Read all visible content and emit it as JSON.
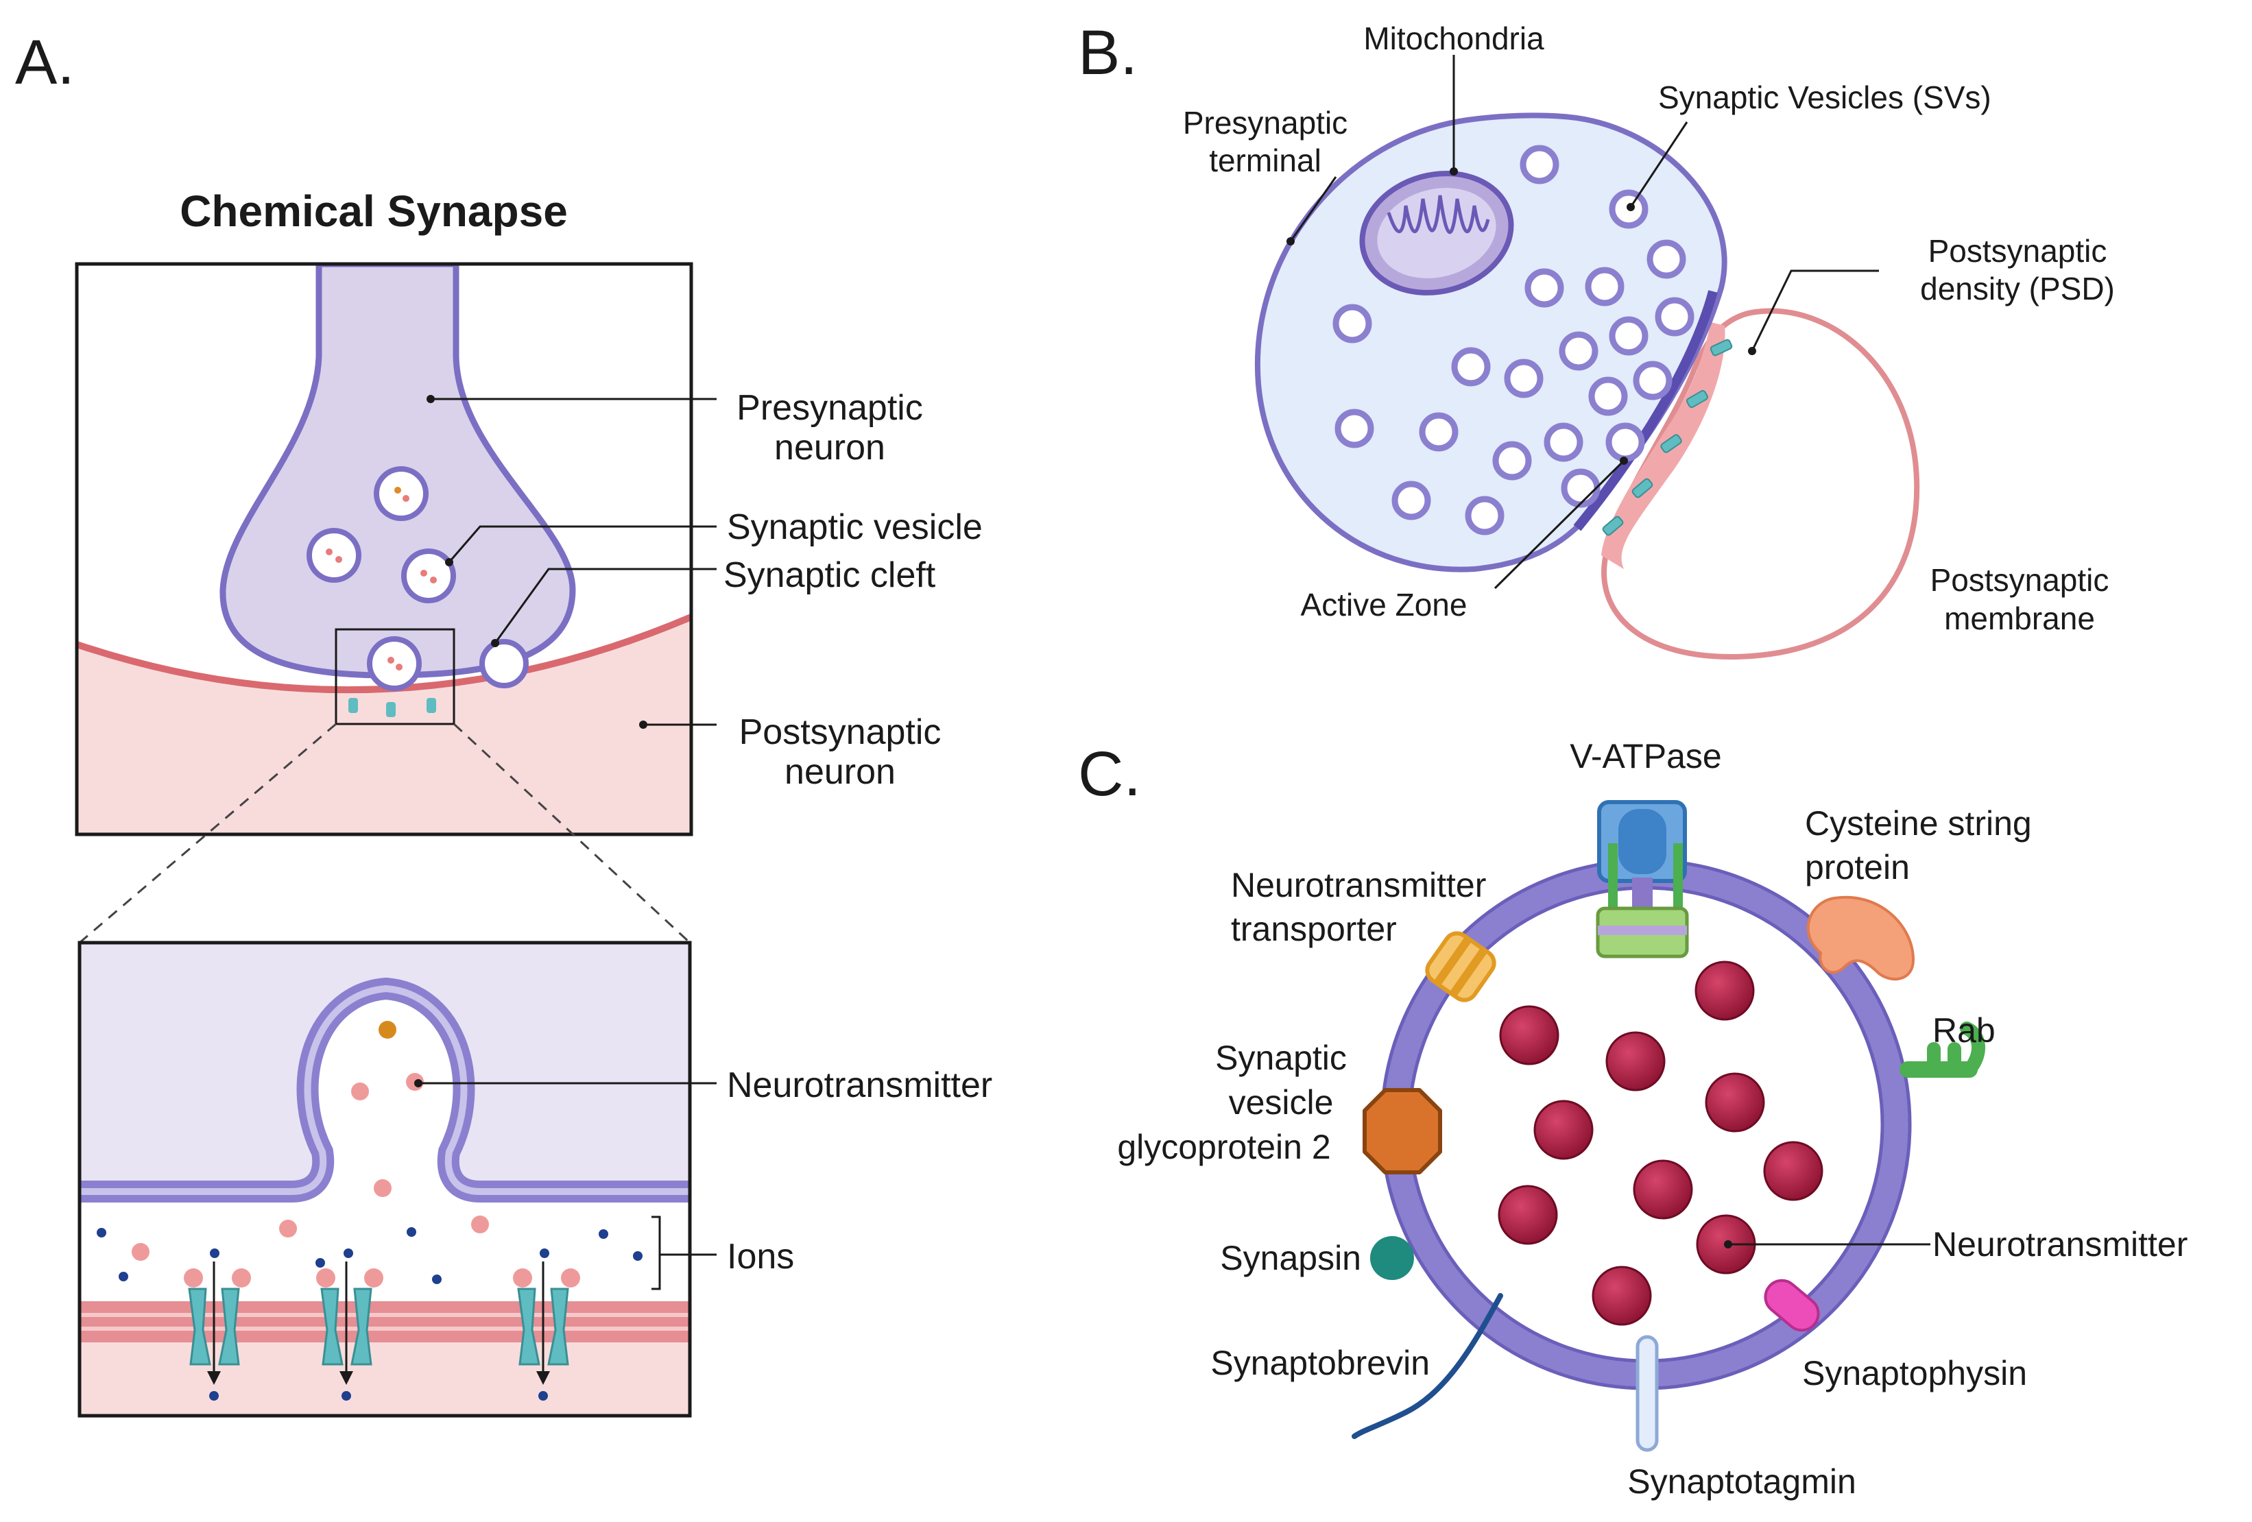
{
  "panel_a": {
    "letter": "A.",
    "title": "Chemical Synapse",
    "labels": {
      "presynaptic_1": "Presynaptic",
      "presynaptic_2": "neuron",
      "synaptic_vesicle": "Synaptic vesicle",
      "synaptic_cleft": "Synaptic cleft",
      "postsynaptic_1": "Postsynaptic",
      "postsynaptic_2": "neuron",
      "neurotransmitter": "Neurotransmitter",
      "ions": "Ions"
    }
  },
  "panel_b": {
    "letter": "B.",
    "labels": {
      "mitochondria": "Mitochondria",
      "presynaptic_terminal_1": "Presynaptic",
      "presynaptic_terminal_2": "terminal",
      "synaptic_vesicles": "Synaptic Vesicles (SVs)",
      "psd_1": "Postsynaptic",
      "psd_2": "density (PSD)",
      "active_zone": "Active Zone",
      "postsynaptic_membrane_1": "Postsynaptic",
      "postsynaptic_membrane_2": "membrane"
    }
  },
  "panel_c": {
    "letter": "C.",
    "labels": {
      "v_atpase": "V-ATPase",
      "cysteine_1": "Cysteine string",
      "cysteine_2": "protein",
      "nt_transporter_1": "Neurotransmitter",
      "nt_transporter_2": "transporter",
      "rab": "Rab",
      "sv2_1": "Synaptic",
      "sv2_2": "vesicle",
      "sv2_3": "glycoprotein 2",
      "neurotransmitter": "Neurotransmitter",
      "synapsin": "Synapsin",
      "synaptobrevin": "Synaptobrevin",
      "synaptophysin": "Synaptophysin",
      "synaptotagmin": "Synaptotagmin"
    }
  },
  "colors": {
    "presynaptic_fill": "#d9d2ea",
    "membrane_purple": "#7b6fc4",
    "postsynaptic_fill": "#f8dcdc",
    "membrane_red": "#d9696f",
    "terminal_fill": "#e3ecfa",
    "channel_teal": "#5fbcc0",
    "neurotransmitter_dark": "#a8173f",
    "ion_blue": "#1f3f8f"
  }
}
